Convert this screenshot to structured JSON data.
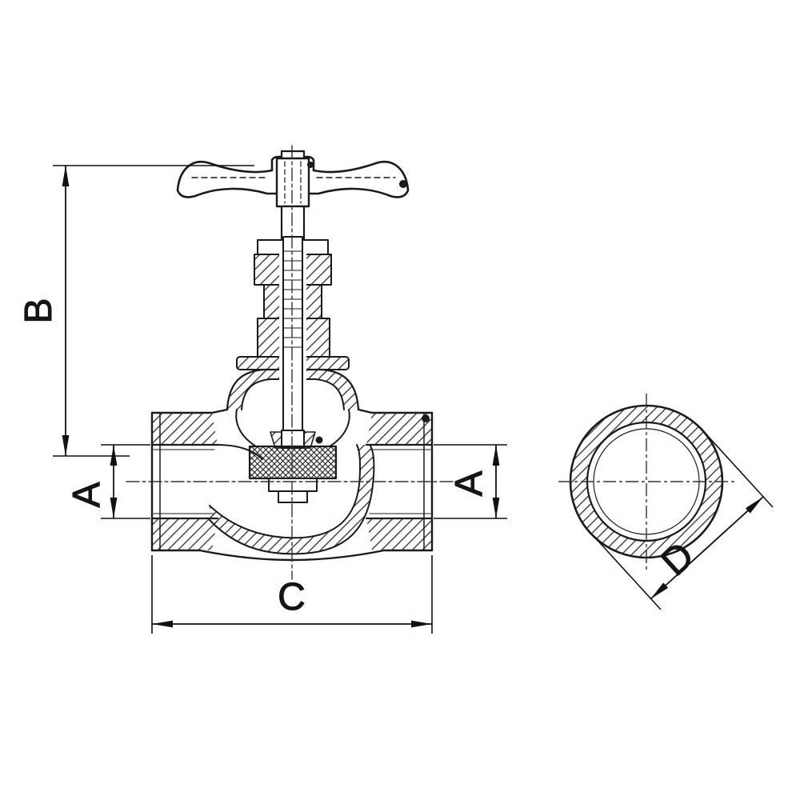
{
  "drawing": {
    "type": "technical-dimension-drawing",
    "subject": "globe valve sectional front view with threaded end view",
    "background_color": "#ffffff",
    "line_color": "#1a1a1a",
    "views": [
      "front-section-view",
      "end-view-circle"
    ]
  },
  "labels": {
    "dim_b": "B",
    "dim_a_left": "A",
    "dim_a_right": "A",
    "dim_c": "C",
    "dim_d": "D"
  }
}
